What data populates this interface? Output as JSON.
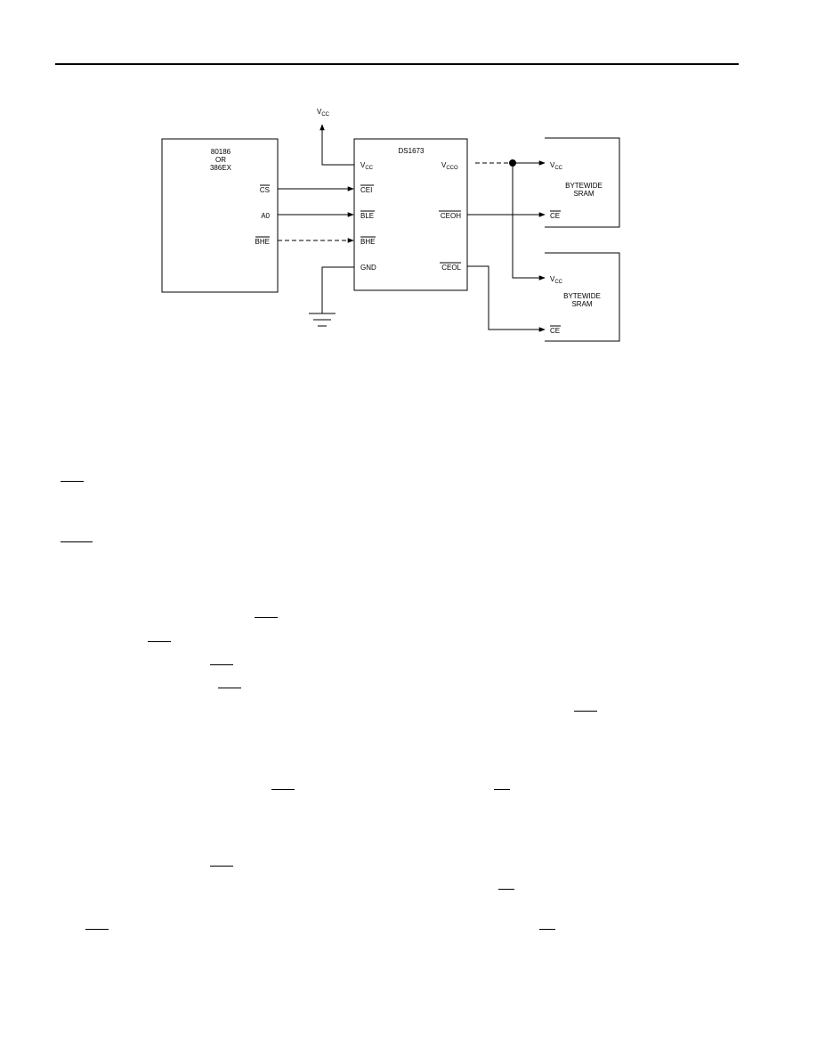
{
  "cpu": {
    "line1": "80186",
    "line2": "OR",
    "line3": "386EX",
    "pin_cs": "CS",
    "pin_a0": "A0",
    "pin_bhe": "BHE"
  },
  "ds": {
    "title": "DS1673",
    "vcc": "V",
    "vcc_sub": "CC",
    "vcco": "V",
    "vcco_sub": "CCO",
    "cei": "CEI",
    "ble": "BLE",
    "bhe": "BHE",
    "gnd": "GND",
    "ceoh": "CEOH",
    "ceol": "CEOL"
  },
  "supply": {
    "label": "V",
    "sub": "CC"
  },
  "sram_top": {
    "line1": "BYTEWIDE",
    "line2": "SRAM",
    "vcc": "V",
    "vcc_sub": "CC",
    "ce": "CE"
  },
  "sram_bottom": {
    "line1": "BYTEWIDE",
    "line2": "SRAM",
    "vcc": "V",
    "vcc_sub": "CC",
    "ce": "CE"
  },
  "colors": {
    "ink": "#000000",
    "paper": "#ffffff"
  }
}
